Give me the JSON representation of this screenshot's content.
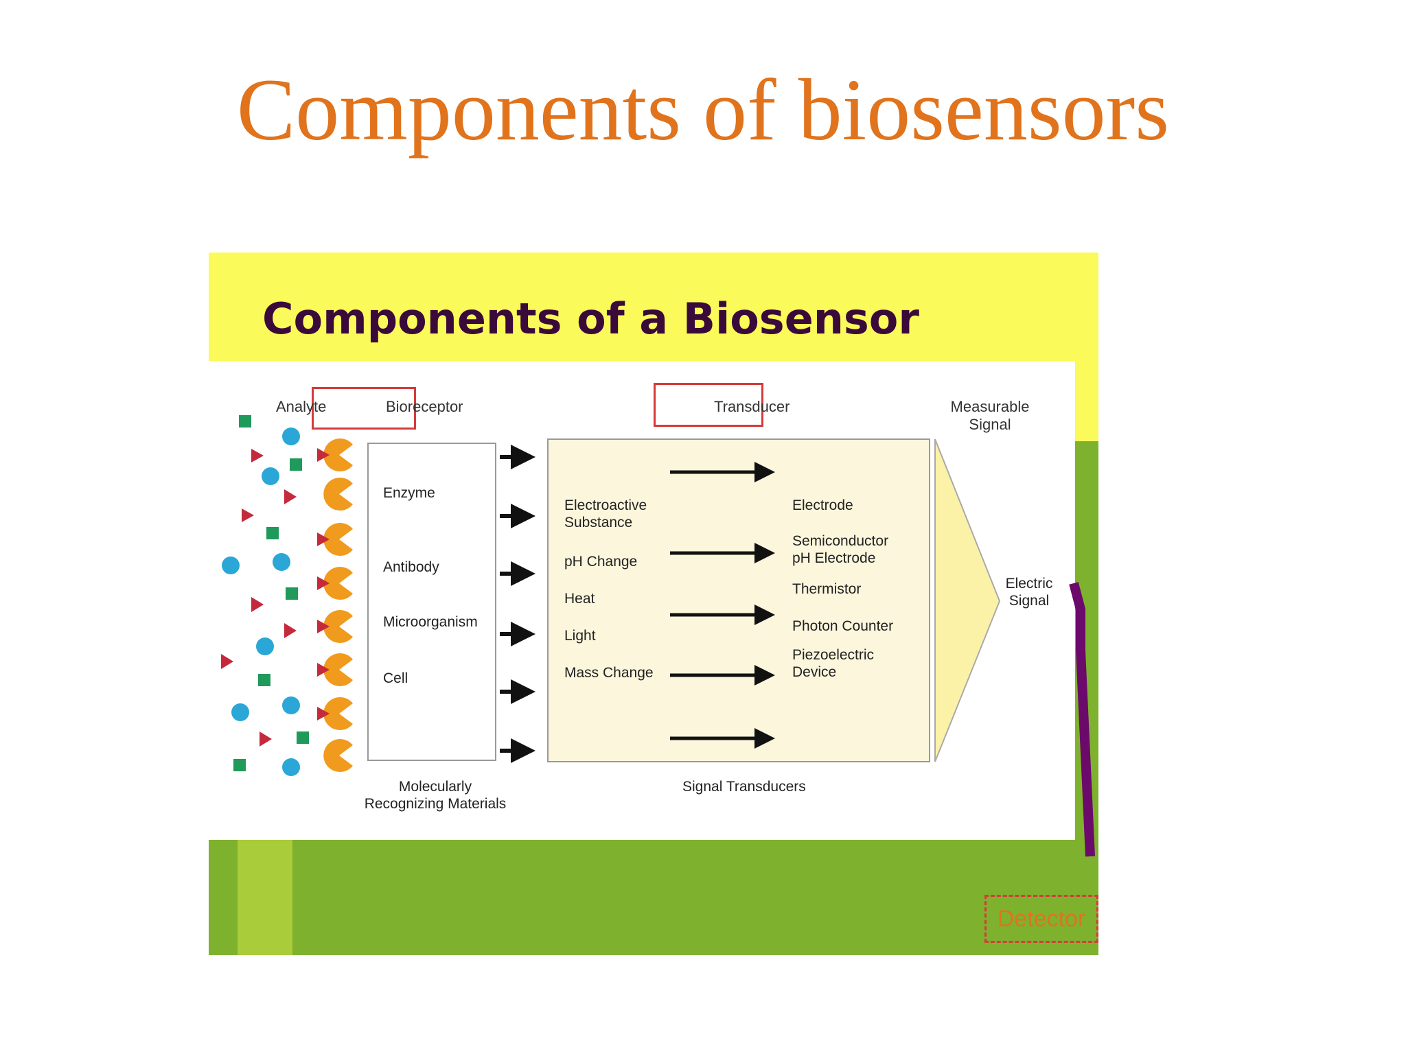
{
  "slide": {
    "title": "Components of biosensors"
  },
  "figure": {
    "heading": "Components of a Biosensor",
    "analyte_label": "Analyte",
    "bioreceptor_label": "Bioreceptor",
    "transducer_label": "Transducer",
    "measurable_signal_label": "Measurable\nSignal",
    "bioreceptor_items": [
      "Enzyme",
      "Antibody",
      "Microorganism",
      "Cell"
    ],
    "molecularly_recognizing_label": "Molecularly\nRecognizing Materials",
    "transducer_inputs": [
      "Electroactive\nSubstance",
      "pH Change",
      "Heat",
      "Light",
      "Mass Change"
    ],
    "transducer_outputs": [
      "Electrode",
      "Semiconductor\npH Electrode",
      "Thermistor",
      "Photon Counter",
      "Piezoelectric\nDevice"
    ],
    "signal_transducers_label": "Signal Transducers",
    "electric_signal_label": "Electric\nSignal",
    "detector_label": "Detector",
    "colors": {
      "title": "#e0731c",
      "background_yellow": "#fafa5a",
      "background_green": "#7eb22e",
      "heading": "#3a0a3a",
      "highlight_box": "#d63a3a",
      "receptor": "#f09a1e",
      "analyte_square": "#1f9a5a",
      "analyte_circle": "#2aa7d6",
      "analyte_triangle": "#c42a3c",
      "transducer_fill": "#fbf6dc",
      "signal_arrow": "#fbf2a8",
      "signal_line": "#6b0a6b"
    }
  }
}
